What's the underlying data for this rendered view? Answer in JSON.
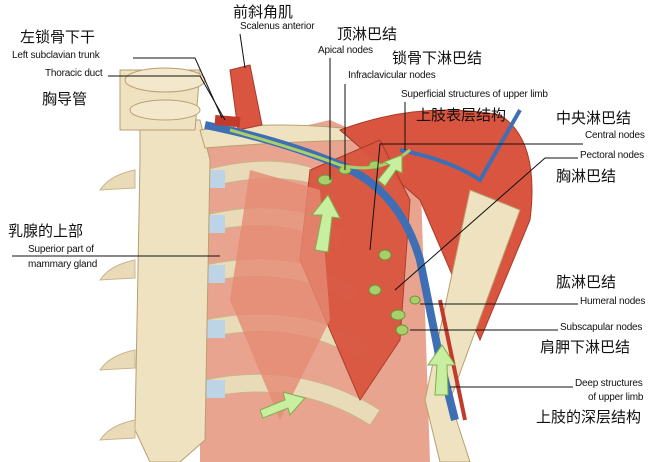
{
  "labels": {
    "scalenus_zh": "前斜角肌",
    "scalenus_en": "Scalenus anterior",
    "apical_zh": "顶淋巴结",
    "apical_en": "Apical nodes",
    "infraclav_zh": "锁骨下淋巴结",
    "infraclav_en": "Infraclavicular nodes",
    "subclavian_zh": "左锁骨下干",
    "subclavian_en": "Left subclavian trunk",
    "thoracic_en": "Thoracic duct",
    "thoracic_zh": "胸导管",
    "superficial_en": "Superficial structures of upper limb",
    "superficial_zh": "上肢表层结构",
    "central_zh": "中央淋巴结",
    "central_en": "Central nodes",
    "pectoral_en": "Pectoral nodes",
    "pectoral_zh": "胸淋巴结",
    "mammary_zh": "乳腺的上部",
    "mammary_en_1": "Superior part of",
    "mammary_en_2": "mammary gland",
    "humeral_zh": "肱淋巴结",
    "humeral_en": "Humeral nodes",
    "subscap_en": "Subscapular nodes",
    "subscap_zh": "肩胛下淋巴结",
    "deep_en_1": "Deep structures",
    "deep_en_2": "of upper limb",
    "deep_zh": "上肢的深层结构"
  },
  "colors": {
    "muscle": "#d9553f",
    "bone": "#efe2c0",
    "cartilage": "#bcd4e6",
    "vein": "#3e6fb5",
    "node": "#a9cf6a",
    "arrow": "#c8eea0"
  }
}
